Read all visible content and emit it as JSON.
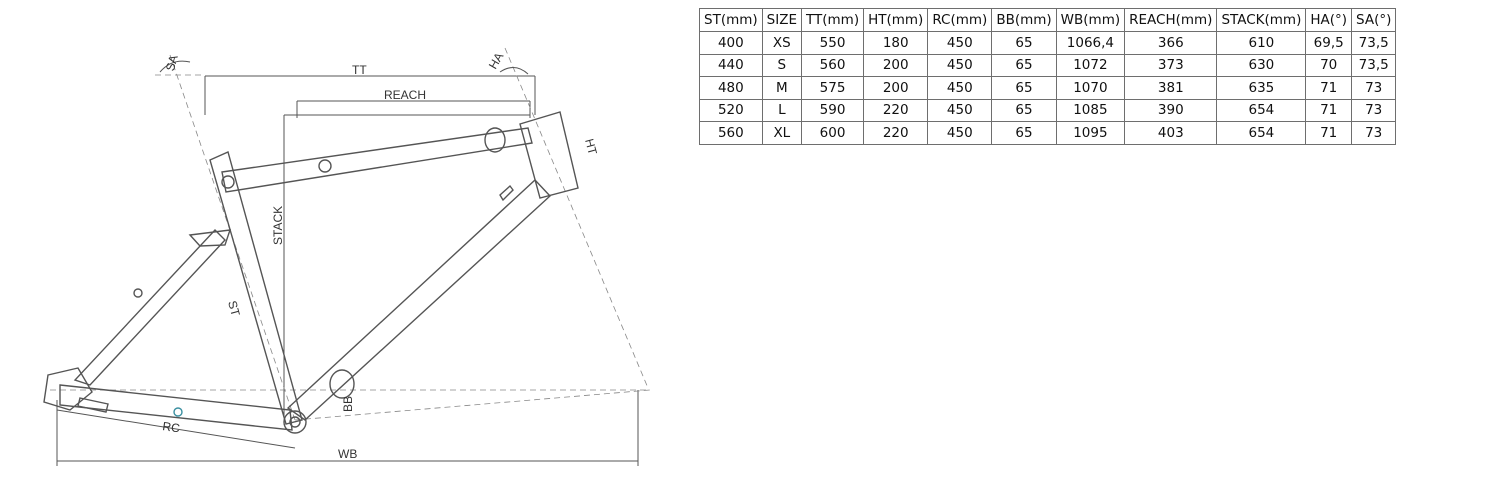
{
  "diagram": {
    "labels": {
      "sa": "SA",
      "ha": "HA",
      "tt": "TT",
      "reach": "REACH",
      "stack": "STACK",
      "st": "ST",
      "ht": "HT",
      "rc": "RC",
      "bb": "BB",
      "wb": "WB"
    }
  },
  "table": {
    "headers": [
      "ST(mm)",
      "SIZE",
      "TT(mm)",
      "HT(mm)",
      "RC(mm)",
      "BB(mm)",
      "WB(mm)",
      "REACH(mm)",
      "STACK(mm)",
      "HA(°)",
      "SA(°)"
    ],
    "rows": [
      [
        "400",
        "XS",
        "550",
        "180",
        "450",
        "65",
        "1066,4",
        "366",
        "610",
        "69,5",
        "73,5"
      ],
      [
        "440",
        "S",
        "560",
        "200",
        "450",
        "65",
        "1072",
        "373",
        "630",
        "70",
        "73,5"
      ],
      [
        "480",
        "M",
        "575",
        "200",
        "450",
        "65",
        "1070",
        "381",
        "635",
        "71",
        "73"
      ],
      [
        "520",
        "L",
        "590",
        "220",
        "450",
        "65",
        "1085",
        "390",
        "654",
        "71",
        "73"
      ],
      [
        "560",
        "XL",
        "600",
        "220",
        "450",
        "65",
        "1095",
        "403",
        "654",
        "71",
        "73"
      ]
    ]
  }
}
